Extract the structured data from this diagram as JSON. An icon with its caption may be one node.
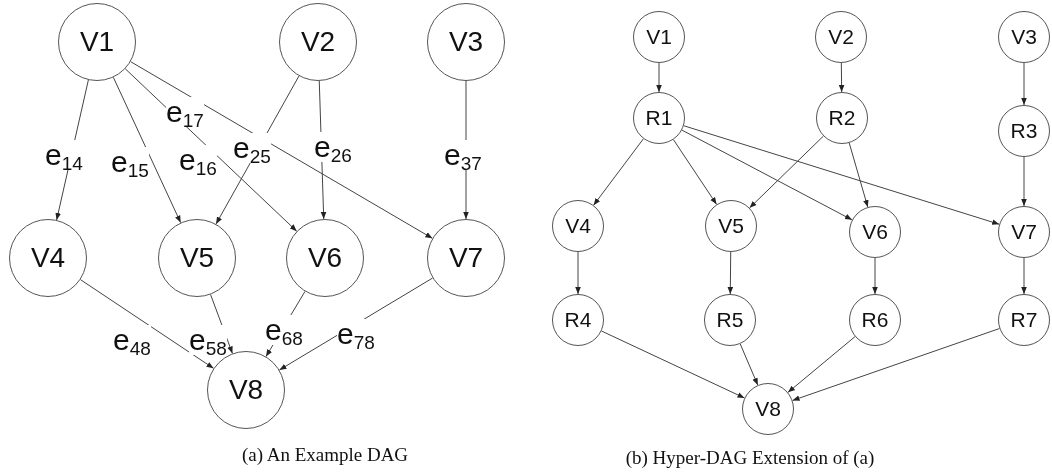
{
  "diagram": {
    "nodes": [
      {
        "text": [
          "V1"
        ]
      },
      {
        "text": [
          "V2"
        ]
      },
      {
        "text": [
          "V3"
        ]
      },
      {
        "text": [
          "V4"
        ]
      },
      {
        "text": [
          "V5"
        ]
      },
      {
        "text": [
          "V6"
        ]
      },
      {
        "text": [
          "V7"
        ]
      },
      {
        "text": [
          "V8"
        ]
      },
      {
        "text": [
          "V1"
        ]
      },
      {
        "text": [
          "V2"
        ]
      },
      {
        "text": [
          "V3"
        ]
      },
      {
        "text": [
          "R1"
        ]
      },
      {
        "text": [
          "R2"
        ]
      },
      {
        "text": [
          "R3"
        ]
      },
      {
        "text": [
          "V4"
        ]
      },
      {
        "text": [
          "V5"
        ]
      },
      {
        "text": [
          "V6"
        ]
      },
      {
        "text": [
          "V7"
        ]
      },
      {
        "text": [
          "R4"
        ]
      },
      {
        "text": [
          "R5"
        ]
      },
      {
        "text": [
          "R6"
        ]
      },
      {
        "text": [
          "R7"
        ]
      },
      {
        "text": [
          "V8"
        ]
      }
    ],
    "edges": [
      {
        "from": 0,
        "to": 6,
        "arrow": "to",
        "label": "e$_{17}$"
      },
      {
        "from": 0,
        "to": 3,
        "arrow": "to",
        "label": "e$_{14}$"
      },
      {
        "from": 0,
        "to": 4,
        "arrow": "to",
        "label": "e$_{15}$"
      },
      {
        "from": 0,
        "to": 5,
        "arrow": "to",
        "label": "e$_{16}$"
      },
      {
        "from": 1,
        "to": 4,
        "arrow": "to",
        "label": "e$_{25}$"
      },
      {
        "from": 1,
        "to": 5,
        "arrow": "to",
        "label": "e$_{26}$"
      },
      {
        "from": 2,
        "to": 6,
        "arrow": "to",
        "label": "e$_{37}$"
      },
      {
        "from": 3,
        "to": 7,
        "arrow": "to",
        "label": "e$_{48}$"
      },
      {
        "from": 4,
        "to": 7,
        "arrow": "to",
        "label": "e$_{58}$"
      },
      {
        "from": 5,
        "to": 7,
        "arrow": "to",
        "label": "e$_{68}$"
      },
      {
        "from": 6,
        "to": 7,
        "arrow": "to",
        "label": "e$_{78}$"
      },
      {
        "from": 8,
        "to": 11,
        "arrow": "to"
      },
      {
        "from": 9,
        "to": 12,
        "arrow": "to"
      },
      {
        "from": 10,
        "to": 13,
        "arrow": "to"
      },
      {
        "from": 11,
        "to": 14,
        "arrow": "to"
      },
      {
        "from": 11,
        "to": 15,
        "arrow": "to"
      },
      {
        "from": 11,
        "to": 16,
        "arrow": "to"
      },
      {
        "from": 11,
        "to": 17,
        "arrow": "to"
      },
      {
        "from": 12,
        "to": 15,
        "arrow": "to"
      },
      {
        "from": 12,
        "to": 16,
        "arrow": "to"
      },
      {
        "from": 13,
        "to": 17,
        "arrow": "to"
      },
      {
        "from": 14,
        "to": 18,
        "arrow": "to"
      },
      {
        "from": 15,
        "to": 19,
        "arrow": "to"
      },
      {
        "from": 16,
        "to": 20,
        "arrow": "to"
      },
      {
        "from": 17,
        "to": 21,
        "arrow": "to"
      },
      {
        "from": 18,
        "to": 22,
        "arrow": "to"
      },
      {
        "from": 19,
        "to": 22,
        "arrow": "to"
      },
      {
        "from": 20,
        "to": 22,
        "arrow": "to"
      },
      {
        "from": 21,
        "to": 22,
        "arrow": "to"
      }
    ],
    "labels": [
      "(a) An Example DAG",
      "(b) Hyper-DAG Extension of (a)"
    ]
  }
}
